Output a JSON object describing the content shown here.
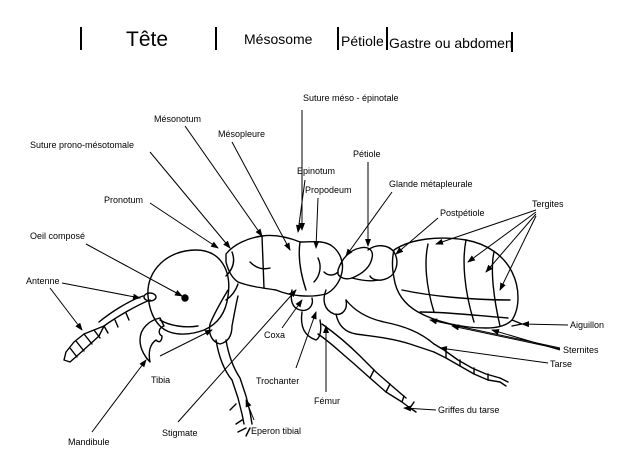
{
  "header": {
    "tete": "Tête",
    "mesosome": "Mésosome",
    "petiole": "Pétiole",
    "gastre": "Gastre ou abdomen"
  },
  "labels": {
    "suture_meso_epinotale": "Suture méso - épinotale",
    "mesonotum": "Mésonotum",
    "mesopleure": "Mésopleure",
    "suture_prono_mesotomale": "Suture prono-mésotomale",
    "epinotum": "Epinotum",
    "propodeum": "Propodeum",
    "petiole": "Pétiole",
    "glande_metapleurale": "Glande métapleurale",
    "pronotum": "Pronotum",
    "postpetiole": "Postpétiole",
    "tergites": "Tergites",
    "oeil_compose": "Oeil composé",
    "antenne": "Antenne",
    "aiguillon": "Aiguillon",
    "coxa": "Coxa",
    "sternites": "Sternites",
    "tarse": "Tarse",
    "tibia": "Tibia",
    "trochanter": "Trochanter",
    "femur": "Fémur",
    "griffes_du_tarse": "Griffes du tarse",
    "mandibule": "Mandibule",
    "stigmate": "Stigmate",
    "eperon_tibial": "Eperon tibial"
  }
}
